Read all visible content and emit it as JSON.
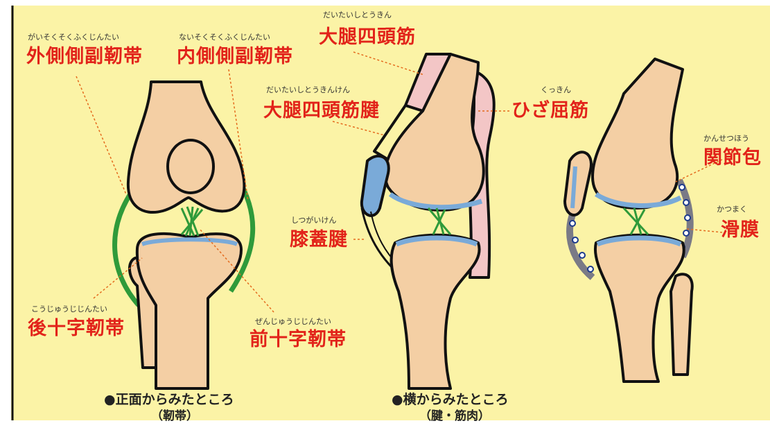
{
  "colors": {
    "background": "#fbf3a6",
    "bone": "#f4cfa4",
    "cartilage": "#7aaad8",
    "ligament": "#2f9a3a",
    "muscle": "#f3c6c6",
    "label_red": "#e2231a",
    "leader": "#e46a1d"
  },
  "labels": {
    "lateral_collateral": {
      "ruby": "がいそくそくふくじんたい",
      "text": "外側側副靭帯"
    },
    "medial_collateral": {
      "ruby": "ないそくそくふくじんたい",
      "text": "内側側副靭帯"
    },
    "posterior_cruciate": {
      "ruby": "こうじゅうじじんたい",
      "text": "後十字靭帯"
    },
    "anterior_cruciate": {
      "ruby": "ぜんじゅうじじんたい",
      "text": "前十字靭帯"
    },
    "quadriceps": {
      "ruby": "だいたいしとうきん",
      "text": "大腿四頭筋"
    },
    "quadriceps_tendon": {
      "ruby": "だいたいしとうきんけん",
      "text": "大腿四頭筋腱"
    },
    "patellar_tendon": {
      "ruby": "しつがいけん",
      "text": "膝蓋腱"
    },
    "hamstrings": {
      "ruby": "くっきん",
      "text": "ひざ屈筋"
    },
    "joint_capsule": {
      "ruby": "かんせつほう",
      "text": "関節包"
    },
    "synovium": {
      "ruby": "かつまく",
      "text": "滑膜"
    }
  },
  "captions": {
    "front": {
      "title": "●正面からみたところ",
      "sub": "（靭帯）"
    },
    "side": {
      "title": "●横からみたところ",
      "sub": "（腱・筋肉）"
    }
  }
}
